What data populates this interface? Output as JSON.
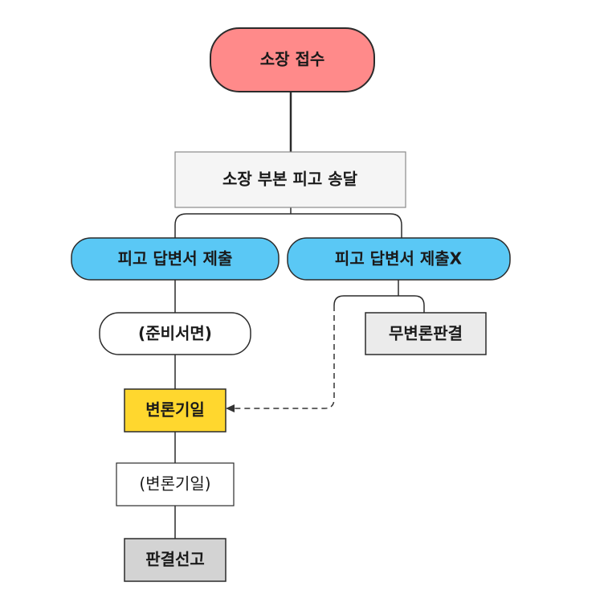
{
  "nodes": {
    "complaint_filed": "소장 접수",
    "copy_served": "소장 부본 피고 송달",
    "answer_filed": "피고 답변서 제출",
    "answer_not_filed": "피고 답변서 제출X",
    "prep_brief": "(준비서면)",
    "default_judgment": "무변론판결",
    "hearing_date": "변론기일",
    "hearing_date_repeat": "(변론기일)",
    "judgment": "판결선고"
  },
  "colors": {
    "complaint_fill": "#FF8A8A",
    "answer_fill": "#5AC8F5",
    "hearing_fill": "#FFD72E",
    "served_fill": "#F5F5F5",
    "default_fill": "#EBEBEB",
    "judgment_fill": "#D3D3D3",
    "plain_fill": "#FFFFFF",
    "stroke": "#2b2b2b",
    "connector": "#333333"
  }
}
